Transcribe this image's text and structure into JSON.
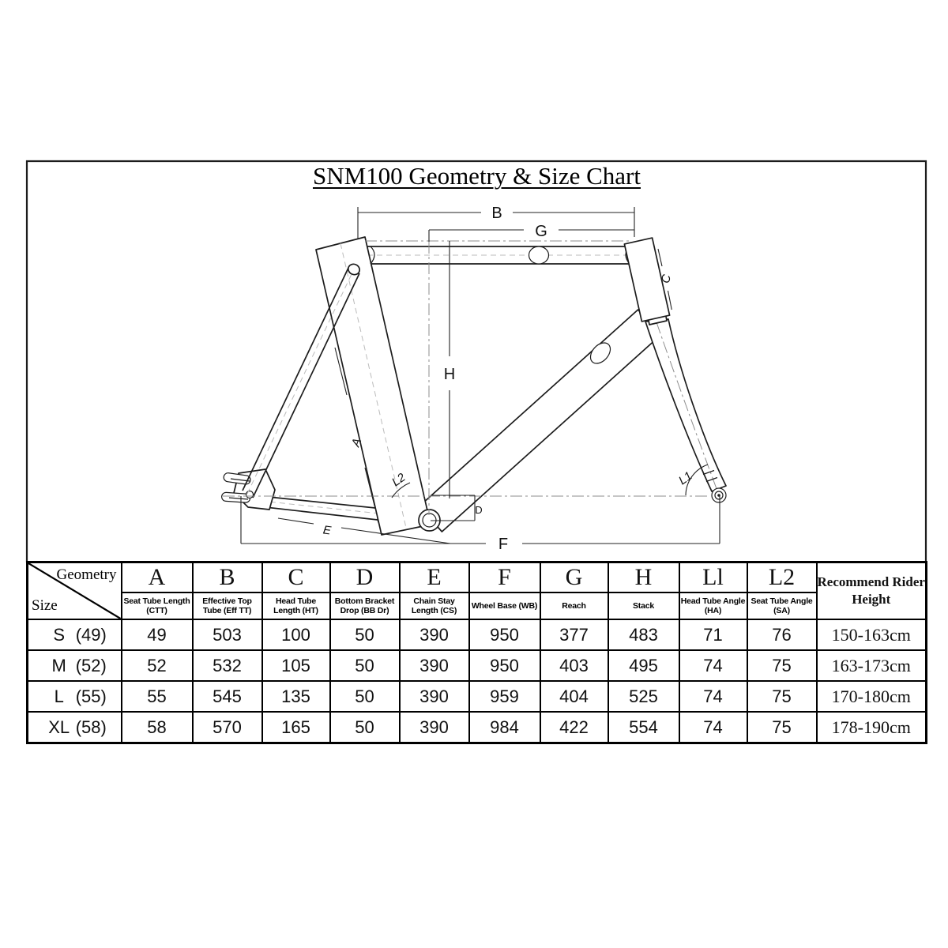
{
  "title": "SNM100 Geometry & Size Chart",
  "diagram": {
    "dim_labels": {
      "A": "A",
      "B": "B",
      "C": "C",
      "D": "D",
      "E": "E",
      "F": "F",
      "G": "G",
      "H": "H",
      "L1": "L1",
      "L2": "L2"
    }
  },
  "table": {
    "corner_top": "Geometry",
    "corner_bottom": "Size",
    "columns": [
      {
        "letter": "A",
        "desc1": "Seat Tube Length",
        "desc2": "(CTT)"
      },
      {
        "letter": "B",
        "desc1": "Effective Top",
        "desc2": "Tube (Eff TT)"
      },
      {
        "letter": "C",
        "desc1": "Head Tube",
        "desc2": "Length (HT)"
      },
      {
        "letter": "D",
        "desc1": "Bottom Bracket",
        "desc2": "Drop (BB Dr)"
      },
      {
        "letter": "E",
        "desc1": "Chain Stay",
        "desc2": "Length (CS)"
      },
      {
        "letter": "F",
        "desc1": "Wheel Base (WB)",
        "desc2": ""
      },
      {
        "letter": "G",
        "desc1": "Reach",
        "desc2": ""
      },
      {
        "letter": "H",
        "desc1": "Stack",
        "desc2": ""
      },
      {
        "letter": "Ll",
        "desc1": "Head Tube Angle",
        "desc2": "(HA)"
      },
      {
        "letter": "L2",
        "desc1": "Seat Tube Angle",
        "desc2": "(SA)"
      }
    ],
    "recommend1": "Recommend Rider",
    "recommend2": "Height",
    "rows": [
      {
        "size": "S",
        "num": "(49)",
        "values": [
          "49",
          "503",
          "100",
          "50",
          "390",
          "950",
          "377",
          "483",
          "71",
          "76"
        ],
        "height": "150-163cm"
      },
      {
        "size": "M",
        "num": "(52)",
        "values": [
          "52",
          "532",
          "105",
          "50",
          "390",
          "950",
          "403",
          "495",
          "74",
          "75"
        ],
        "height": "163-173cm"
      },
      {
        "size": "L",
        "num": "(55)",
        "values": [
          "55",
          "545",
          "135",
          "50",
          "390",
          "959",
          "404",
          "525",
          "74",
          "75"
        ],
        "height": "170-180cm"
      },
      {
        "size": "XL",
        "num": "(58)",
        "values": [
          "58",
          "570",
          "165",
          "50",
          "390",
          "984",
          "422",
          "554",
          "74",
          "75"
        ],
        "height": "178-190cm"
      }
    ]
  }
}
